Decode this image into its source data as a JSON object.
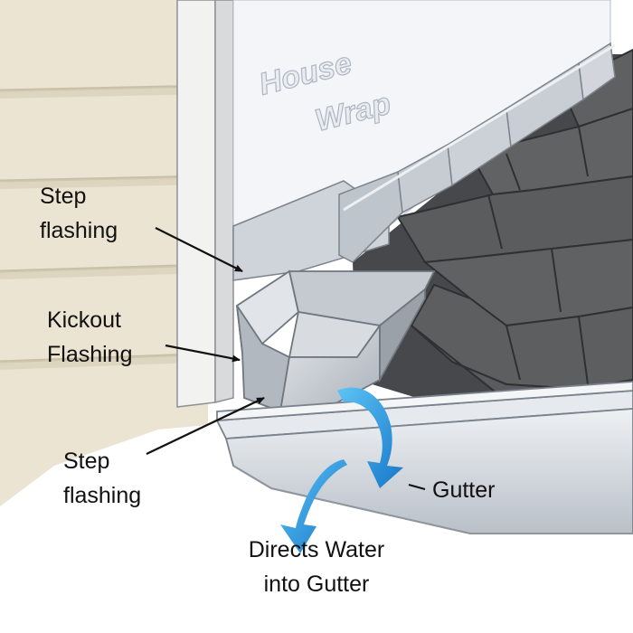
{
  "watermark": {
    "line1": "House",
    "line2": "Wrap"
  },
  "labels": {
    "step_flashing_top": {
      "line1": "Step",
      "line2": "flashing"
    },
    "kickout_flashing": {
      "line1": "Kickout",
      "line2": "Flashing"
    },
    "step_flashing_bottom": {
      "line1": "Step",
      "line2": "flashing"
    },
    "gutter": "Gutter",
    "directs_water": {
      "line1": "Directs Water",
      "line2": "into Gutter"
    }
  },
  "colors": {
    "siding": "#ebe4d2",
    "siding_shadow": "#c9bfa6",
    "trim": "#f2f2f0",
    "house_wrap": "#f3f5f8",
    "shingle": "#5f6062",
    "shingle_dark": "#4a4b4d",
    "underlayment": "#46484b",
    "metal": "#c7ccd2",
    "metal_light": "#dde1e6",
    "metal_dark": "#9aa1a9",
    "arrow": "#1f9be0"
  }
}
